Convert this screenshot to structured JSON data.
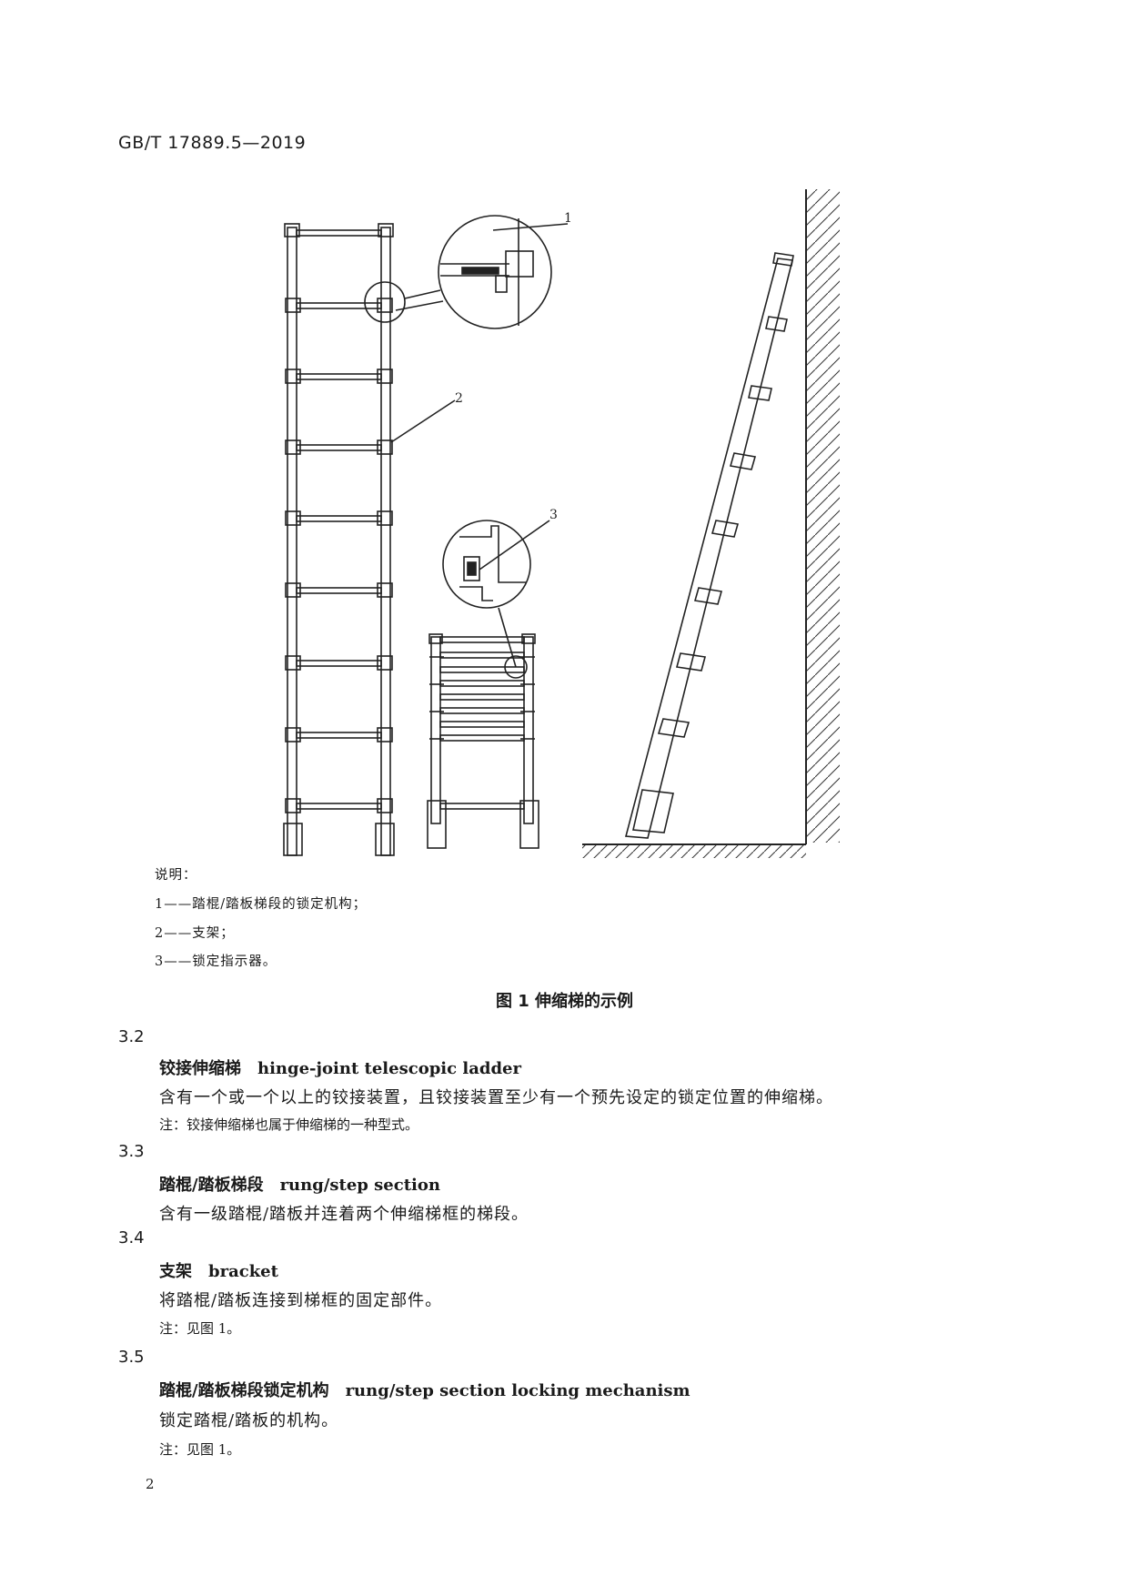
{
  "header": {
    "standard_number": "GB/T  17889.5—2019"
  },
  "figure": {
    "callouts": [
      "1",
      "2",
      "3"
    ],
    "legend_title": "说明：",
    "legend": [
      "1——踏棍/踏板梯段的锁定机构；",
      "2——支架；",
      "3——锁定指示器。"
    ],
    "caption": "图 1   伸缩梯的示例"
  },
  "clauses": [
    {
      "number": "3.2",
      "term_zh": "铰接伸缩梯",
      "term_en": "hinge-joint telescopic ladder",
      "definition": "含有一个或一个以上的铰接装置，且铰接装置至少有一个预先设定的锁定位置的伸缩梯。",
      "note": "注：铰接伸缩梯也属于伸缩梯的一种型式。"
    },
    {
      "number": "3.3",
      "term_zh": "踏棍/踏板梯段",
      "term_en": "rung/step section",
      "definition": "含有一级踏棍/踏板并连着两个伸缩梯框的梯段。"
    },
    {
      "number": "3.4",
      "term_zh": "支架",
      "term_en": "bracket",
      "definition": "将踏棍/踏板连接到梯框的固定部件。",
      "note": "注：见图 1。"
    },
    {
      "number": "3.5",
      "term_zh": "踏棍/踏板梯段锁定机构",
      "term_en": "rung/step section locking mechanism",
      "definition": "锁定踏棍/踏板的机构。",
      "note": "注：见图 1。"
    }
  ],
  "footer": {
    "page_number": "2"
  }
}
